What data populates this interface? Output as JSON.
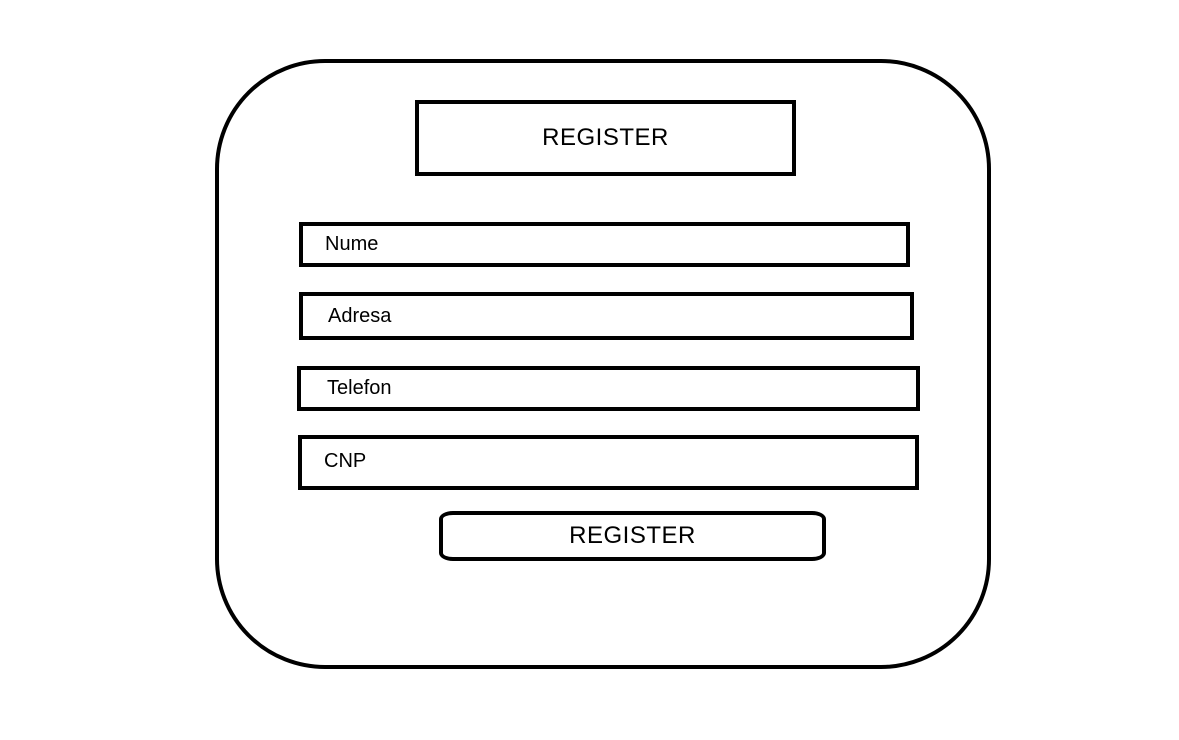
{
  "header": {
    "title": "REGISTER"
  },
  "form": {
    "fields": [
      {
        "label": "Nume"
      },
      {
        "label": "Adresa"
      },
      {
        "label": "Telefon"
      },
      {
        "label": "CNP"
      }
    ],
    "submit_label": "REGISTER"
  }
}
